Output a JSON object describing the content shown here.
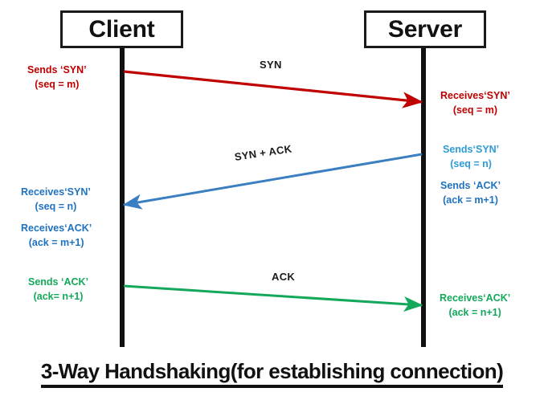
{
  "diagram": {
    "title": "3-Way Handshaking(for establishing connection)",
    "participants": [
      {
        "name": "client",
        "label": "Client"
      },
      {
        "name": "server",
        "label": "Server"
      }
    ],
    "colors": {
      "syn_red": "#C00000",
      "synack_blue": "#1F72C0",
      "server_blue": "#2E9BD6",
      "ack_green": "#13A85A",
      "line_black": "#111111",
      "background": "#FFFFFF"
    },
    "messages": [
      {
        "name": "syn",
        "caption": "SYN",
        "direction": "client-to-server",
        "color": "#C00000"
      },
      {
        "name": "syn-ack",
        "caption": "SYN + ACK",
        "direction": "server-to-client",
        "color": "#1F72C0"
      },
      {
        "name": "ack",
        "caption": "ACK",
        "direction": "client-to-server",
        "color": "#13A85A"
      }
    ],
    "notes": {
      "client_sends_syn": {
        "line1": "Sends ‘SYN’",
        "line2": "(seq = m)"
      },
      "server_receives_syn": {
        "line1": "Receives‘SYN’",
        "line2": "(seq = m)"
      },
      "server_sends_syn": {
        "line1": "Sends‘SYN’",
        "line2": "(seq = n)"
      },
      "server_sends_ack": {
        "line1": "Sends ‘ACK’",
        "line2": "(ack = m+1)"
      },
      "client_receives_syn": {
        "line1": "Receives‘SYN’",
        "line2": "(seq = n)"
      },
      "client_receives_ack": {
        "line1": "Receives‘ACK’",
        "line2": "(ack = m+1)"
      },
      "client_sends_ack": {
        "line1": "Sends ‘ACK’",
        "line2": "(ack= n+1)"
      },
      "server_receives_ack": {
        "line1": "Receives‘ACK’",
        "line2": "(ack = n+1)"
      }
    }
  }
}
